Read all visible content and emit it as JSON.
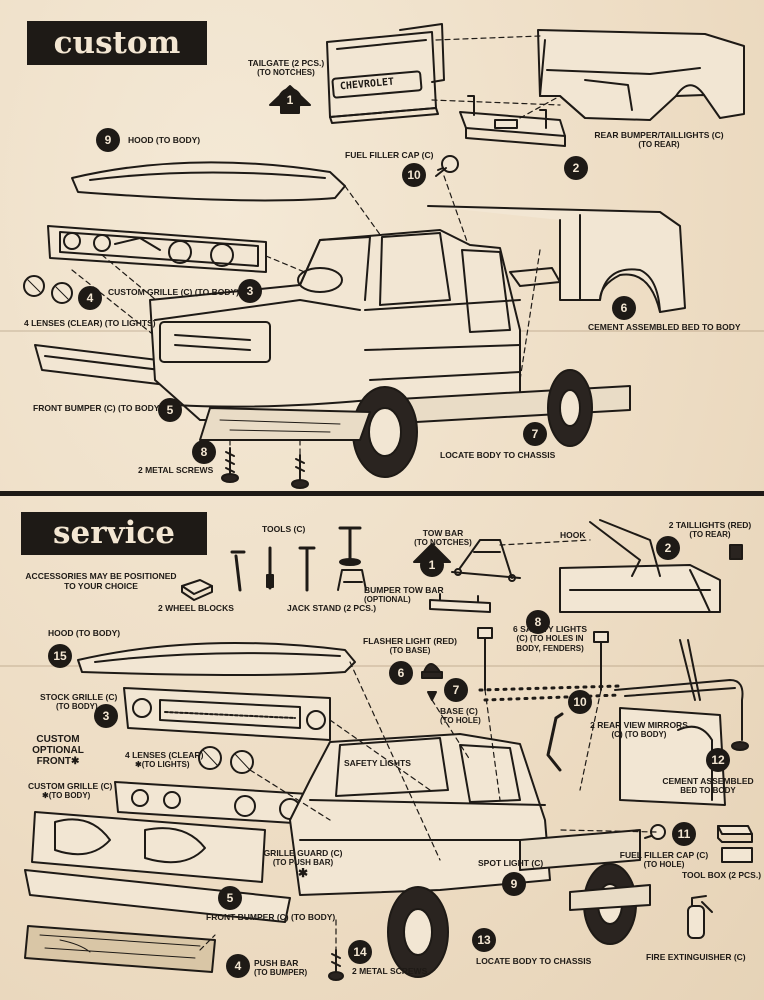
{
  "custom": {
    "title": "custom",
    "tailgate": {
      "name": "TAILGATE (2 pcs.)",
      "note": "(To notches)",
      "step": "1",
      "plate": "CHEVROLET"
    },
    "hood": {
      "name": "HOOD (To body)",
      "step": "9"
    },
    "fuel_cap": {
      "name": "FUEL FILLER CAP (C)",
      "step": "10"
    },
    "rear_bumper": {
      "name": "REAR BUMPER/TAILLIGHTS (C)",
      "note": "(To Rear)",
      "step": "2"
    },
    "grille": {
      "name": "CUSTOM GRILLE (C) (To body)",
      "step": "3"
    },
    "lenses": {
      "name": "4 LENSES (Clear) (To lights)",
      "step": "4"
    },
    "cement": {
      "name": "CEMENT ASSEMBLED BED TO BODY",
      "step": "6"
    },
    "front_bumper": {
      "name": "FRONT BUMPER (C) (To body)",
      "step": "5"
    },
    "screws": {
      "name": "2 METAL SCREWS",
      "step": "8"
    },
    "chassis": {
      "name": "LOCATE BODY TO CHASSIS",
      "step": "7"
    }
  },
  "service": {
    "title": "service",
    "accessories": {
      "line1": "ACCESSORIES MAY BE POSITIONED",
      "line2": "TO YOUR CHOICE"
    },
    "tools": {
      "name": "TOOLS (C)"
    },
    "wheel_blocks": {
      "name": "2 WHEEL BLOCKS"
    },
    "jack_stand": {
      "name": "JACK STAND (2 pcs.)"
    },
    "tow_bar": {
      "name": "TOW BAR",
      "note": "(To notches)",
      "step": "1"
    },
    "hook": {
      "name": "HOOK"
    },
    "bumper_tow_bar": {
      "name": "BUMPER TOW BAR",
      "note": "(Optional)"
    },
    "taillights": {
      "name": "2 TAILLIGHTS (Red)",
      "note": "(To Rear)",
      "step": "2"
    },
    "hood": {
      "name": "HOOD (To body)",
      "step": "15"
    },
    "flasher": {
      "name": "FLASHER LIGHT (Red)",
      "note": "(To base)",
      "step": "6"
    },
    "safety_lights_part": {
      "name": "6 SAFETY LIGHTS",
      "note1": "(C) (To holes in",
      "note2": "body, fenders)",
      "step": "8"
    },
    "base": {
      "name": "BASE (C)",
      "note": "(To hole)",
      "step": "7"
    },
    "mirrors": {
      "name": "2 REAR VIEW MIRRORS",
      "note": "(C) (To body)",
      "step": "10"
    },
    "stock_grille": {
      "name": "STOCK GRILLE (C)",
      "note": "(To body)",
      "step": "3"
    },
    "optional_front": {
      "line1": "CUSTOM",
      "line2": "OPTIONAL",
      "line3": "FRONT",
      "star": "✱"
    },
    "custom_grille": {
      "name": "CUSTOM GRILLE (C)",
      "note": "(To body)",
      "star": "✱"
    },
    "lenses": {
      "name": "4 LENSES (Clear)",
      "note": "(To lights)",
      "star": "✱"
    },
    "safety_lights_callout": {
      "name": "SAFETY LIGHTS"
    },
    "cement": {
      "name": "CEMENT ASSEMBLED",
      "note": "BED TO BODY",
      "step": "12"
    },
    "grille_guard": {
      "name": "GRILLE GUARD (C)",
      "note": "(To push bar)",
      "star": "✱"
    },
    "spot_light": {
      "name": "SPOT LIGHT (C)",
      "step": "9"
    },
    "fuel_cap": {
      "name": "FUEL FILLER CAP (C)",
      "note": "(To hole)",
      "step": "11"
    },
    "tool_box": {
      "name": "TOOL BOX (2 pcs.)"
    },
    "front_bumper": {
      "name": "FRONT BUMPER (C) (To body)",
      "step": "5"
    },
    "push_bar": {
      "name": "PUSH BAR",
      "note": "(To bumper)",
      "step": "4"
    },
    "screws": {
      "name": "2 METAL SCREWS",
      "step": "14"
    },
    "chassis": {
      "name": "LOCATE BODY TO CHASSIS",
      "step": "13"
    },
    "extinguisher": {
      "name": "FIRE EXTINGUISHER (C)"
    }
  }
}
